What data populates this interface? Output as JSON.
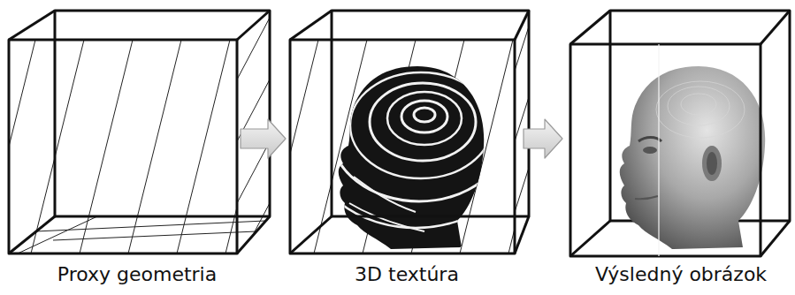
{
  "diagram": {
    "nodes": [
      {
        "text": [
          "Proxy geometria"
        ]
      },
      {
        "text": [
          "3D textúra"
        ]
      },
      {
        "text": [
          "Výsledný obrázok"
        ]
      }
    ],
    "edges": [
      {
        "from": 0,
        "to": 1,
        "arrow": "to"
      },
      {
        "from": 1,
        "to": 2,
        "arrow": "to"
      }
    ]
  }
}
